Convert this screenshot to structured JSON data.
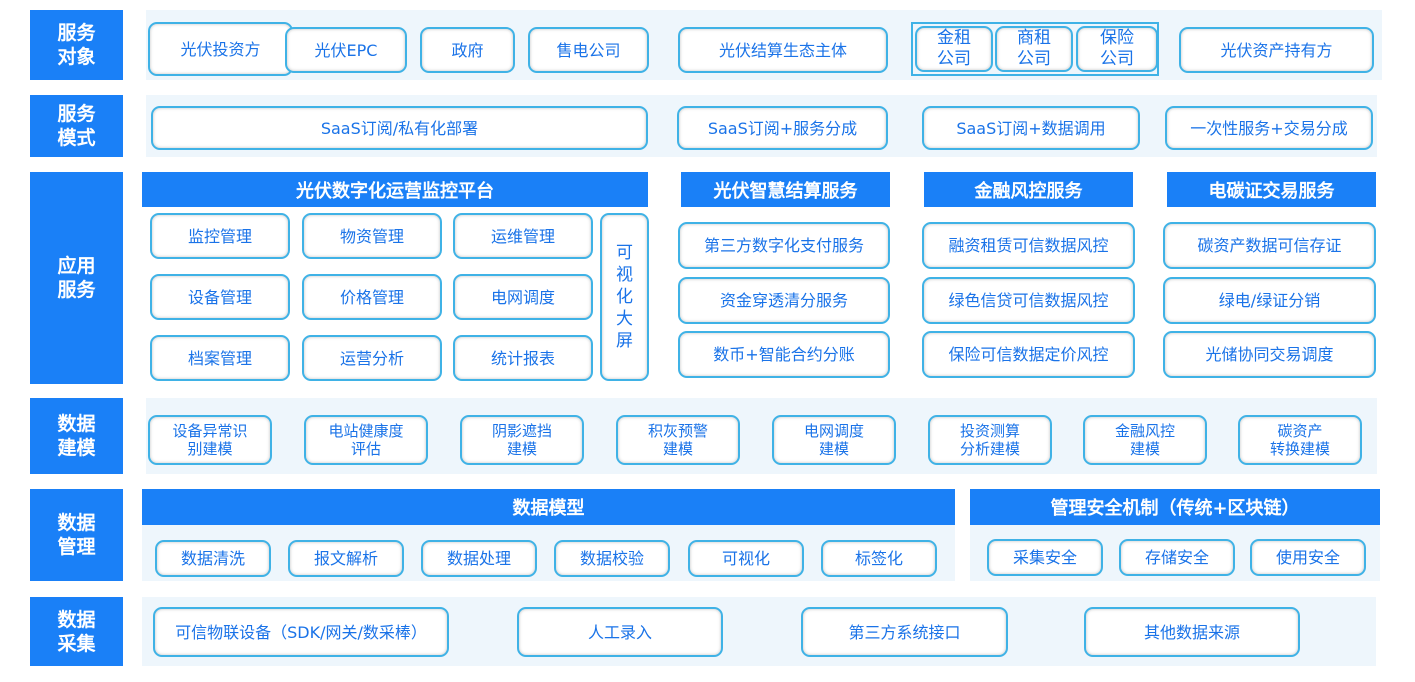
{
  "rows": {
    "service_targets": {
      "label": "服务\n对象",
      "items": [
        "光伏投资方",
        "光伏EPC",
        "政府",
        "售电公司",
        "光伏结算生态主体",
        "金租\n公司",
        "商租\n公司",
        "保险\n公司",
        "光伏资产持有方"
      ]
    },
    "service_modes": {
      "label": "服务\n模式",
      "items": [
        "SaaS订阅/私有化部署",
        "SaaS订阅+服务分成",
        "SaaS订阅+数据调用",
        "一次性服务+交易分成"
      ]
    },
    "app_services": {
      "label": "应用\n服务",
      "platform": {
        "title": "光伏数字化运营监控平台",
        "items": [
          "监控管理",
          "物资管理",
          "运维管理",
          "设备管理",
          "价格管理",
          "电网调度",
          "档案管理",
          "运营分析",
          "统计报表"
        ],
        "screen": "可\n视\n化\n大\n屏"
      },
      "settlement": {
        "title": "光伏智慧结算服务",
        "items": [
          "第三方数字化支付服务",
          "资金穿透清分服务",
          "数币+智能合约分账"
        ]
      },
      "finance": {
        "title": "金融风控服务",
        "items": [
          "融资租赁可信数据风控",
          "绿色信贷可信数据风控",
          "保险可信数据定价风控"
        ]
      },
      "carbon": {
        "title": "电碳证交易服务",
        "items": [
          "碳资产数据可信存证",
          "绿电/绿证分销",
          "光储协同交易调度"
        ]
      }
    },
    "data_modeling": {
      "label": "数据\n建模",
      "items": [
        "设备异常识\n别建模",
        "电站健康度\n评估",
        "阴影遮挡\n建模",
        "积灰预警\n建模",
        "电网调度\n建模",
        "投资测算\n分析建模",
        "金融风控\n建模",
        "碳资产\n转换建模"
      ]
    },
    "data_management": {
      "label": "数据\n管理",
      "model": {
        "title": "数据模型",
        "items": [
          "数据清洗",
          "报文解析",
          "数据处理",
          "数据校验",
          "可视化",
          "标签化"
        ]
      },
      "security": {
        "title": "管理安全机制（传统+区块链）",
        "items": [
          "采集安全",
          "存储安全",
          "使用安全"
        ]
      }
    },
    "data_collection": {
      "label": "数据\n采集",
      "items": [
        "可信物联设备（SDK/网关/数采棒）",
        "人工录入",
        "第三方系统接口",
        "其他数据来源"
      ]
    }
  }
}
